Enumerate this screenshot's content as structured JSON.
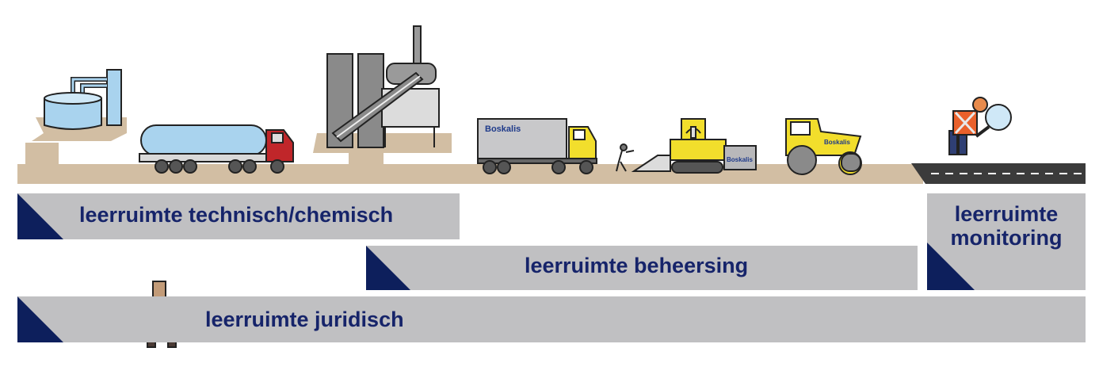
{
  "bands": {
    "technisch": "leerruimte technisch/chemisch",
    "beheersing": "leerruimte beheersing",
    "juridisch": "leerruimte juridisch",
    "monitoring_line1": "leerruimte",
    "monitoring_line2": "monitoring"
  },
  "brand": {
    "truck": "Boskalis",
    "paver": "Boskalis",
    "roller": "Boskalis"
  },
  "colors": {
    "band_fill": "#c0c0c2",
    "band_corner": "#0d1f5c",
    "label_text": "#16246a",
    "ground": "#d2bea3"
  },
  "icons": [
    "water-basin-icon",
    "tanker-truck-icon",
    "asphalt-plant-icon",
    "dump-truck-icon",
    "road-worker-icon",
    "asphalt-paver-icon",
    "road-roller-icon",
    "road-inspector-icon",
    "lawyer-icon"
  ]
}
